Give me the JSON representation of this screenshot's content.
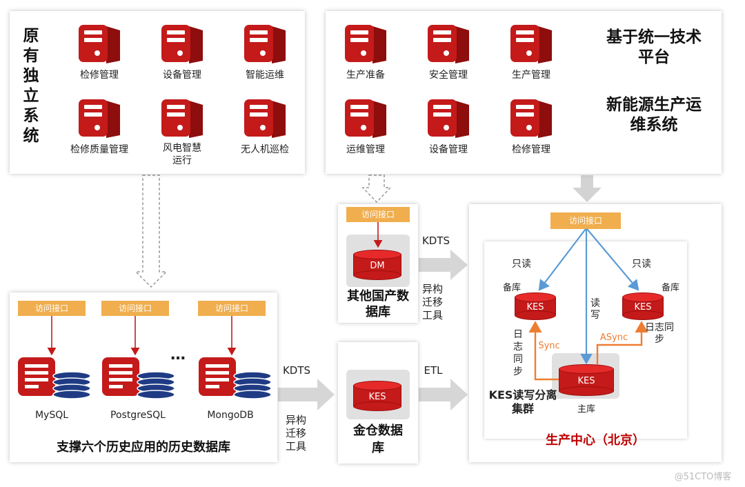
{
  "left_panel": {
    "title": "原有独立系统",
    "systems": [
      "检修管理",
      "设备管理",
      "智能运维",
      "检修质量管理",
      "风电智慧运行",
      "无人机巡检"
    ]
  },
  "right_panel": {
    "title1": "基于统一技术平台",
    "title2": "新能源生产运维系统",
    "systems": [
      "生产准备",
      "安全管理",
      "生产管理",
      "运维管理",
      "设备管理",
      "检修管理"
    ]
  },
  "history_db": {
    "interface": "访问接口",
    "ellipsis": "…",
    "dbs": [
      "MySQL",
      "PostgreSQL",
      "MongoDB"
    ],
    "title": "支撑六个历史应用的历史数据库"
  },
  "dm_box": {
    "interface": "访问接口",
    "db_label": "DM",
    "title": "其他国产数据库"
  },
  "kes_box": {
    "db_label": "KES",
    "title": "金仓数据库"
  },
  "migration": {
    "kdts_top": "KDTS",
    "hetero_top": "异构迁移工具",
    "kdts_bottom": "KDTS",
    "hetero_bottom": "异构迁移工具",
    "etl": "ETL"
  },
  "production_center": {
    "interface": "访问接口",
    "readonly_left": "只读",
    "readonly_right": "只读",
    "standby_left": "备库",
    "standby_right": "备库",
    "kes_left": "KES",
    "kes_right": "KES",
    "kes_main": "KES",
    "read_write": "读写",
    "log_sync_left": "日志同步",
    "log_sync_right": "日志同步",
    "sync": "Sync",
    "async": "ASync",
    "cluster": "KES读写分离集群",
    "primary": "主库",
    "title": "生产中心（北京）"
  },
  "watermark": "@51CTO博客",
  "colors": {
    "brand_red": "#c41a1a",
    "interface_orange": "#f0ae4e",
    "blue_arrow": "#5b9bd5",
    "orange_line": "#ed7d31",
    "title_red": "#c00000"
  }
}
